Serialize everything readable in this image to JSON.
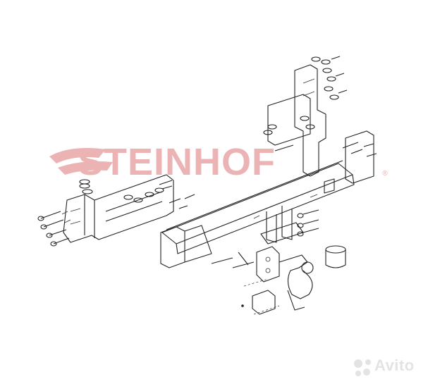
{
  "watermark": {
    "brand": "STEINHOF",
    "registered": "®",
    "color": "#e59a9a"
  },
  "marketplace_badge": {
    "text": "Avito",
    "color": "#e3e3e3"
  },
  "diagram": {
    "subject": "tow-bar-assembly",
    "line_color": "#222222"
  }
}
